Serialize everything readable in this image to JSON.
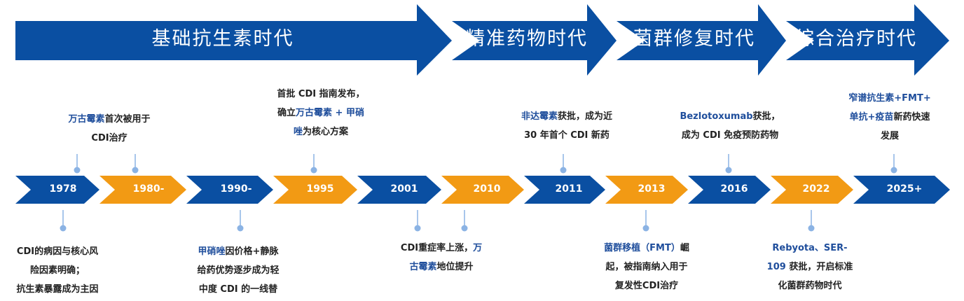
{
  "colors": {
    "era_blue": "#0a4fa2",
    "chevron_blue": "#0a4fa2",
    "chevron_orange": "#f29a14",
    "highlight_text": "#1f4e9c",
    "dot": "#8bb3e4"
  },
  "eras": [
    {
      "label": "基础抗生素时代"
    },
    {
      "label": "精准药物时代"
    },
    {
      "label": "菌群修复时代"
    },
    {
      "label": "综合治疗时代"
    }
  ],
  "years": [
    {
      "label": "1978",
      "color": "blue"
    },
    {
      "label": "1980-",
      "color": "orange"
    },
    {
      "label": "1990-",
      "color": "blue"
    },
    {
      "label": "1995",
      "color": "orange"
    },
    {
      "label": "2001",
      "color": "blue"
    },
    {
      "label": "2010",
      "color": "orange"
    },
    {
      "label": "2011",
      "color": "blue"
    },
    {
      "label": "2013",
      "color": "orange"
    },
    {
      "label": "2016",
      "color": "blue"
    },
    {
      "label": "2022",
      "color": "orange"
    },
    {
      "label": "2025+",
      "color": "blue"
    }
  ],
  "notes_above": [
    {
      "lines": [
        [
          {
            "t": "万古霉素",
            "hl": true
          },
          {
            "t": "首次被用于",
            "hl": false
          }
        ],
        [
          {
            "t": "CDI治疗",
            "hl": false
          }
        ]
      ]
    },
    {
      "lines": [
        [
          {
            "t": "首批 CDI 指南发布，",
            "hl": false
          }
        ],
        [
          {
            "t": "确立",
            "hl": false
          },
          {
            "t": "万古霉素 + 甲硝",
            "hl": true
          }
        ],
        [
          {
            "t": "唑",
            "hl": true
          },
          {
            "t": "为核心方案",
            "hl": false
          }
        ]
      ]
    },
    {
      "lines": [
        [
          {
            "t": "非达霉素",
            "hl": true
          },
          {
            "t": "获批，成为近",
            "hl": false
          }
        ],
        [
          {
            "t": "30 年首个 CDI 新药",
            "hl": false
          }
        ]
      ]
    },
    {
      "lines": [
        [
          {
            "t": "Bezlotoxumab",
            "hl": true
          },
          {
            "t": "获批，",
            "hl": false
          }
        ],
        [
          {
            "t": "成为 CDI 免疫预防药物",
            "hl": false
          }
        ]
      ]
    },
    {
      "lines": [
        [
          {
            "t": "窄谱抗生素+FMT+",
            "hl": true
          }
        ],
        [
          {
            "t": "单抗+疫苗",
            "hl": true
          },
          {
            "t": "新药快速",
            "hl": false
          }
        ],
        [
          {
            "t": "发展",
            "hl": false
          }
        ]
      ]
    }
  ],
  "notes_below": [
    {
      "lines": [
        [
          {
            "t": "CDI的病因与核心风",
            "hl": false
          }
        ],
        [
          {
            "t": "险因素明确；",
            "hl": false
          }
        ],
        [
          {
            "t": "抗生素暴露成为主因",
            "hl": false
          }
        ]
      ]
    },
    {
      "lines": [
        [
          {
            "t": "甲硝唑",
            "hl": true
          },
          {
            "t": "因价格+静脉",
            "hl": false
          }
        ],
        [
          {
            "t": "给药优势逐步成为轻",
            "hl": false
          }
        ],
        [
          {
            "t": "中度 CDI 的一线替",
            "hl": false
          }
        ]
      ]
    },
    {
      "lines": [
        [
          {
            "t": "CDI重症率上涨，",
            "hl": false
          },
          {
            "t": "万",
            "hl": true
          }
        ],
        [
          {
            "t": "古霉素",
            "hl": true
          },
          {
            "t": "地位提升",
            "hl": false
          }
        ]
      ]
    },
    {
      "lines": [
        [
          {
            "t": "菌群移植（FMT）",
            "hl": true
          },
          {
            "t": "崛",
            "hl": false
          }
        ],
        [
          {
            "t": "起，被指南纳入用于",
            "hl": false
          }
        ],
        [
          {
            "t": "复发性CDI治疗",
            "hl": false
          }
        ]
      ]
    },
    {
      "lines": [
        [
          {
            "t": "Rebyota、SER-",
            "hl": true
          }
        ],
        [
          {
            "t": "109",
            "hl": true
          },
          {
            "t": " 获批，开启标准",
            "hl": false
          }
        ],
        [
          {
            "t": "化菌群药物时代",
            "hl": false
          }
        ]
      ]
    }
  ]
}
